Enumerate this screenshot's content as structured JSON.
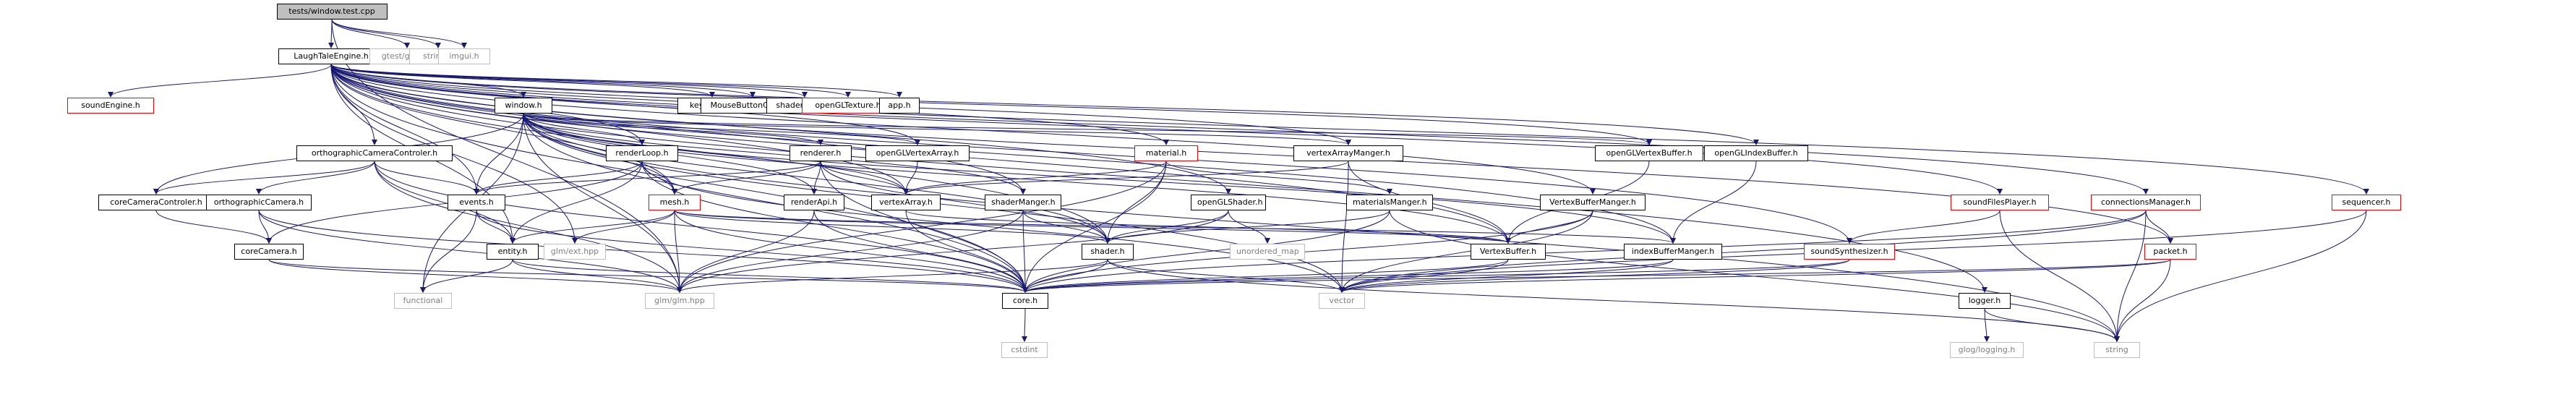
{
  "graph": {
    "nodes": [
      {
        "id": "window_test_cpp",
        "label": "tests/window.test.cpp",
        "kind": "root"
      },
      {
        "id": "LaughTaleEngine_h",
        "label": "LaughTaleEngine.h",
        "kind": "doc"
      },
      {
        "id": "gtest_gtest_h",
        "label": "gtest/gtest.h",
        "kind": "external"
      },
      {
        "id": "string_h",
        "label": "string.h",
        "kind": "external"
      },
      {
        "id": "imgui_h",
        "label": "imgui.h",
        "kind": "external"
      },
      {
        "id": "soundEngine_h",
        "label": "soundEngine.h",
        "kind": "missing"
      },
      {
        "id": "window_h",
        "label": "window.h",
        "kind": "doc"
      },
      {
        "id": "keycodes_h",
        "label": "keycodes.h",
        "kind": "doc"
      },
      {
        "id": "MouseButtonCodes_h",
        "label": "MouseButtonCodes.h",
        "kind": "doc"
      },
      {
        "id": "shaderTypes_h",
        "label": "shaderTypes.h",
        "kind": "doc"
      },
      {
        "id": "openGLTexture_h",
        "label": "openGLTexture.h",
        "kind": "missing"
      },
      {
        "id": "app_h",
        "label": "app.h",
        "kind": "doc"
      },
      {
        "id": "orthographicCameraControler_h",
        "label": "orthographicCameraControler.h",
        "kind": "doc"
      },
      {
        "id": "renderLoop_h",
        "label": "renderLoop.h",
        "kind": "doc"
      },
      {
        "id": "renderer_h",
        "label": "renderer.h",
        "kind": "doc"
      },
      {
        "id": "openGLVertexArray_h",
        "label": "openGLVertexArray.h",
        "kind": "doc"
      },
      {
        "id": "material_h",
        "label": "material.h",
        "kind": "missing"
      },
      {
        "id": "vertexArrayManger_h",
        "label": "vertexArrayManger.h",
        "kind": "doc"
      },
      {
        "id": "openGLVertexBuffer_h",
        "label": "openGLVertexBuffer.h",
        "kind": "doc"
      },
      {
        "id": "openGLIndexBuffer_h",
        "label": "openGLIndexBuffer.h",
        "kind": "doc"
      },
      {
        "id": "soundFilesPlayer_h",
        "label": "soundFilesPlayer.h",
        "kind": "missing"
      },
      {
        "id": "connectionsManager_h",
        "label": "connectionsManager.h",
        "kind": "missing"
      },
      {
        "id": "sequencer_h",
        "label": "sequencer.h",
        "kind": "missing"
      },
      {
        "id": "coreCameraControler_h",
        "label": "coreCameraControler.h",
        "kind": "doc"
      },
      {
        "id": "orthographicCamera_h",
        "label": "orthographicCamera.h",
        "kind": "doc"
      },
      {
        "id": "events_h",
        "label": "events.h",
        "kind": "doc"
      },
      {
        "id": "mesh_h",
        "label": "mesh.h",
        "kind": "missing"
      },
      {
        "id": "renderApi_h",
        "label": "renderApi.h",
        "kind": "doc"
      },
      {
        "id": "vertexArray_h",
        "label": "vertexArray.h",
        "kind": "doc"
      },
      {
        "id": "shaderManger_h",
        "label": "shaderManger.h",
        "kind": "doc"
      },
      {
        "id": "openGLShader_h",
        "label": "openGLShader.h",
        "kind": "doc"
      },
      {
        "id": "materialsManger_h",
        "label": "materialsManger.h",
        "kind": "doc"
      },
      {
        "id": "VertexBufferManger_h",
        "label": "VertexBufferManger.h",
        "kind": "doc"
      },
      {
        "id": "coreCamera_h",
        "label": "coreCamera.h",
        "kind": "doc"
      },
      {
        "id": "entity_h",
        "label": "entity.h",
        "kind": "doc"
      },
      {
        "id": "glm_ext_hpp",
        "label": "glm/ext.hpp",
        "kind": "external"
      },
      {
        "id": "shader_h",
        "label": "shader.h",
        "kind": "doc"
      },
      {
        "id": "unordered_map",
        "label": "unordered_map",
        "kind": "external"
      },
      {
        "id": "VertexBuffer_h",
        "label": "VertexBuffer.h",
        "kind": "doc"
      },
      {
        "id": "indexBufferManger_h",
        "label": "indexBufferManger.h",
        "kind": "doc"
      },
      {
        "id": "soundSynthesizer_h",
        "label": "soundSynthesizer.h",
        "kind": "missing"
      },
      {
        "id": "packet_h",
        "label": "packet.h",
        "kind": "missing"
      },
      {
        "id": "functional",
        "label": "functional",
        "kind": "external"
      },
      {
        "id": "glm_glm_hpp",
        "label": "glm/glm.hpp",
        "kind": "external"
      },
      {
        "id": "core_h",
        "label": "core.h",
        "kind": "doc"
      },
      {
        "id": "vector",
        "label": "vector",
        "kind": "external"
      },
      {
        "id": "logger_h",
        "label": "logger.h",
        "kind": "doc"
      },
      {
        "id": "cstdint",
        "label": "cstdint",
        "kind": "external"
      },
      {
        "id": "glog_logging_h",
        "label": "glog/logging.h",
        "kind": "external"
      },
      {
        "id": "string",
        "label": "string",
        "kind": "external"
      }
    ],
    "edges": [
      [
        "window_test_cpp",
        "LaughTaleEngine_h"
      ],
      [
        "window_test_cpp",
        "gtest_gtest_h"
      ],
      [
        "window_test_cpp",
        "string_h"
      ],
      [
        "window_test_cpp",
        "imgui_h"
      ],
      [
        "window_test_cpp",
        "glm_glm_hpp"
      ],
      [
        "LaughTaleEngine_h",
        "soundEngine_h"
      ],
      [
        "LaughTaleEngine_h",
        "window_h"
      ],
      [
        "LaughTaleEngine_h",
        "keycodes_h"
      ],
      [
        "LaughTaleEngine_h",
        "MouseButtonCodes_h"
      ],
      [
        "LaughTaleEngine_h",
        "shaderTypes_h"
      ],
      [
        "LaughTaleEngine_h",
        "openGLTexture_h"
      ],
      [
        "LaughTaleEngine_h",
        "app_h"
      ],
      [
        "LaughTaleEngine_h",
        "orthographicCameraControler_h"
      ],
      [
        "LaughTaleEngine_h",
        "renderLoop_h"
      ],
      [
        "LaughTaleEngine_h",
        "openGLVertexArray_h"
      ],
      [
        "LaughTaleEngine_h",
        "material_h"
      ],
      [
        "LaughTaleEngine_h",
        "vertexArrayManger_h"
      ],
      [
        "LaughTaleEngine_h",
        "openGLVertexBuffer_h"
      ],
      [
        "LaughTaleEngine_h",
        "openGLIndexBuffer_h"
      ],
      [
        "LaughTaleEngine_h",
        "soundFilesPlayer_h"
      ],
      [
        "LaughTaleEngine_h",
        "connectionsManager_h"
      ],
      [
        "LaughTaleEngine_h",
        "sequencer_h"
      ],
      [
        "LaughTaleEngine_h",
        "events_h"
      ],
      [
        "LaughTaleEngine_h",
        "entity_h"
      ],
      [
        "LaughTaleEngine_h",
        "mesh_h"
      ],
      [
        "LaughTaleEngine_h",
        "shader_h"
      ],
      [
        "LaughTaleEngine_h",
        "core_h"
      ],
      [
        "LaughTaleEngine_h",
        "glm_ext_hpp"
      ],
      [
        "LaughTaleEngine_h",
        "shaderManger_h"
      ],
      [
        "LaughTaleEngine_h",
        "openGLShader_h"
      ],
      [
        "LaughTaleEngine_h",
        "VertexBufferManger_h"
      ],
      [
        "LaughTaleEngine_h",
        "VertexBuffer_h"
      ],
      [
        "LaughTaleEngine_h",
        "indexBufferManger_h"
      ],
      [
        "LaughTaleEngine_h",
        "soundSynthesizer_h"
      ],
      [
        "LaughTaleEngine_h",
        "packet_h"
      ],
      [
        "LaughTaleEngine_h",
        "logger_h"
      ],
      [
        "LaughTaleEngine_h",
        "vertexArray_h"
      ],
      [
        "window_h",
        "renderer_h"
      ],
      [
        "window_h",
        "renderLoop_h"
      ],
      [
        "window_h",
        "openGLVertexArray_h"
      ],
      [
        "window_h",
        "coreCameraControler_h"
      ],
      [
        "window_h",
        "events_h"
      ],
      [
        "window_h",
        "mesh_h"
      ],
      [
        "window_h",
        "renderApi_h"
      ],
      [
        "window_h",
        "vertexArray_h"
      ],
      [
        "window_h",
        "shaderManger_h"
      ],
      [
        "window_h",
        "shader_h"
      ],
      [
        "window_h",
        "core_h"
      ],
      [
        "window_h",
        "functional"
      ],
      [
        "window_h",
        "glm_glm_hpp"
      ],
      [
        "window_h",
        "vector"
      ],
      [
        "window_h",
        "string"
      ],
      [
        "window_h",
        "VertexBuffer_h"
      ],
      [
        "window_h",
        "indexBufferManger_h"
      ],
      [
        "window_h",
        "vertexArrayManger_h"
      ],
      [
        "window_h",
        "openGLVertexBuffer_h"
      ],
      [
        "orthographicCameraControler_h",
        "coreCameraControler_h"
      ],
      [
        "orthographicCameraControler_h",
        "orthographicCamera_h"
      ],
      [
        "orthographicCameraControler_h",
        "events_h"
      ],
      [
        "orthographicCameraControler_h",
        "entity_h"
      ],
      [
        "orthographicCameraControler_h",
        "core_h"
      ],
      [
        "orthographicCameraControler_h",
        "glm_glm_hpp"
      ],
      [
        "coreCameraControler_h",
        "coreCamera_h"
      ],
      [
        "orthographicCamera_h",
        "coreCamera_h"
      ],
      [
        "orthographicCamera_h",
        "glm_glm_hpp"
      ],
      [
        "orthographicCamera_h",
        "core_h"
      ],
      [
        "coreCamera_h",
        "core_h"
      ],
      [
        "coreCamera_h",
        "glm_glm_hpp"
      ],
      [
        "renderLoop_h",
        "events_h"
      ],
      [
        "renderLoop_h",
        "entity_h"
      ],
      [
        "renderLoop_h",
        "mesh_h"
      ],
      [
        "renderLoop_h",
        "core_h"
      ],
      [
        "renderLoop_h",
        "coreCamera_h"
      ],
      [
        "renderLoop_h",
        "vector"
      ],
      [
        "renderer_h",
        "events_h"
      ],
      [
        "renderer_h",
        "mesh_h"
      ],
      [
        "renderer_h",
        "renderApi_h"
      ],
      [
        "renderer_h",
        "vertexArray_h"
      ],
      [
        "renderer_h",
        "shader_h"
      ],
      [
        "renderer_h",
        "core_h"
      ],
      [
        "openGLVertexArray_h",
        "vertexArray_h"
      ],
      [
        "material_h",
        "shader_h"
      ],
      [
        "material_h",
        "core_h"
      ],
      [
        "material_h",
        "glm_glm_hpp"
      ],
      [
        "material_h",
        "materialsManger_h"
      ],
      [
        "material_h",
        "vertexArray_h"
      ],
      [
        "vertexArrayManger_h",
        "vertexArray_h"
      ],
      [
        "vertexArrayManger_h",
        "VertexBuffer_h"
      ],
      [
        "vertexArrayManger_h",
        "vector"
      ],
      [
        "openGLVertexBuffer_h",
        "VertexBuffer_h"
      ],
      [
        "openGLIndexBuffer_h",
        "indexBufferManger_h"
      ],
      [
        "soundFilesPlayer_h",
        "soundSynthesizer_h"
      ],
      [
        "soundFilesPlayer_h",
        "string"
      ],
      [
        "connectionsManager_h",
        "packet_h"
      ],
      [
        "connectionsManager_h",
        "vector"
      ],
      [
        "connectionsManager_h",
        "string"
      ],
      [
        "connectionsManager_h",
        "core_h"
      ],
      [
        "sequencer_h",
        "string"
      ],
      [
        "sequencer_h",
        "vector"
      ],
      [
        "events_h",
        "entity_h"
      ],
      [
        "events_h",
        "functional"
      ],
      [
        "events_h",
        "core_h"
      ],
      [
        "mesh_h",
        "entity_h"
      ],
      [
        "mesh_h",
        "shader_h"
      ],
      [
        "mesh_h",
        "glm_ext_hpp"
      ],
      [
        "mesh_h",
        "glm_glm_hpp"
      ],
      [
        "mesh_h",
        "core_h"
      ],
      [
        "mesh_h",
        "VertexBuffer_h"
      ],
      [
        "mesh_h",
        "indexBufferManger_h"
      ],
      [
        "renderApi_h",
        "core_h"
      ],
      [
        "renderApi_h",
        "glm_glm_hpp"
      ],
      [
        "vertexArray_h",
        "core_h"
      ],
      [
        "vertexArray_h",
        "VertexBuffer_h"
      ],
      [
        "shaderManger_h",
        "shader_h"
      ],
      [
        "shaderManger_h",
        "core_h"
      ],
      [
        "shaderManger_h",
        "glm_glm_hpp"
      ],
      [
        "openGLShader_h",
        "shader_h"
      ],
      [
        "openGLShader_h",
        "unordered_map"
      ],
      [
        "openGLShader_h",
        "glm_glm_hpp"
      ],
      [
        "materialsManger_h",
        "shader_h"
      ],
      [
        "materialsManger_h",
        "core_h"
      ],
      [
        "materialsManger_h",
        "string"
      ],
      [
        "VertexBufferManger_h",
        "VertexBuffer_h"
      ],
      [
        "VertexBufferManger_h",
        "vector"
      ],
      [
        "VertexBufferManger_h",
        "core_h"
      ],
      [
        "entity_h",
        "core_h"
      ],
      [
        "entity_h",
        "functional"
      ],
      [
        "entity_h",
        "glm_glm_hpp"
      ],
      [
        "shader_h",
        "core_h"
      ],
      [
        "shader_h",
        "glm_glm_hpp"
      ],
      [
        "shader_h",
        "vector"
      ],
      [
        "shader_h",
        "string"
      ],
      [
        "VertexBuffer_h",
        "core_h"
      ],
      [
        "VertexBuffer_h",
        "vector"
      ],
      [
        "indexBufferManger_h",
        "core_h"
      ],
      [
        "indexBufferManger_h",
        "vector"
      ],
      [
        "soundSynthesizer_h",
        "core_h"
      ],
      [
        "soundSynthesizer_h",
        "vector"
      ],
      [
        "packet_h",
        "vector"
      ],
      [
        "packet_h",
        "string"
      ],
      [
        "packet_h",
        "core_h"
      ],
      [
        "core_h",
        "cstdint"
      ],
      [
        "logger_h",
        "glog_logging_h"
      ],
      [
        "logger_h",
        "string"
      ]
    ]
  },
  "colors": {
    "edge": "#191970",
    "documented_border": "#000000",
    "missing_border": "#ff0000",
    "external_border": "#bfbfbf",
    "external_text": "#808080",
    "root_fill": "#bfbfbf"
  }
}
